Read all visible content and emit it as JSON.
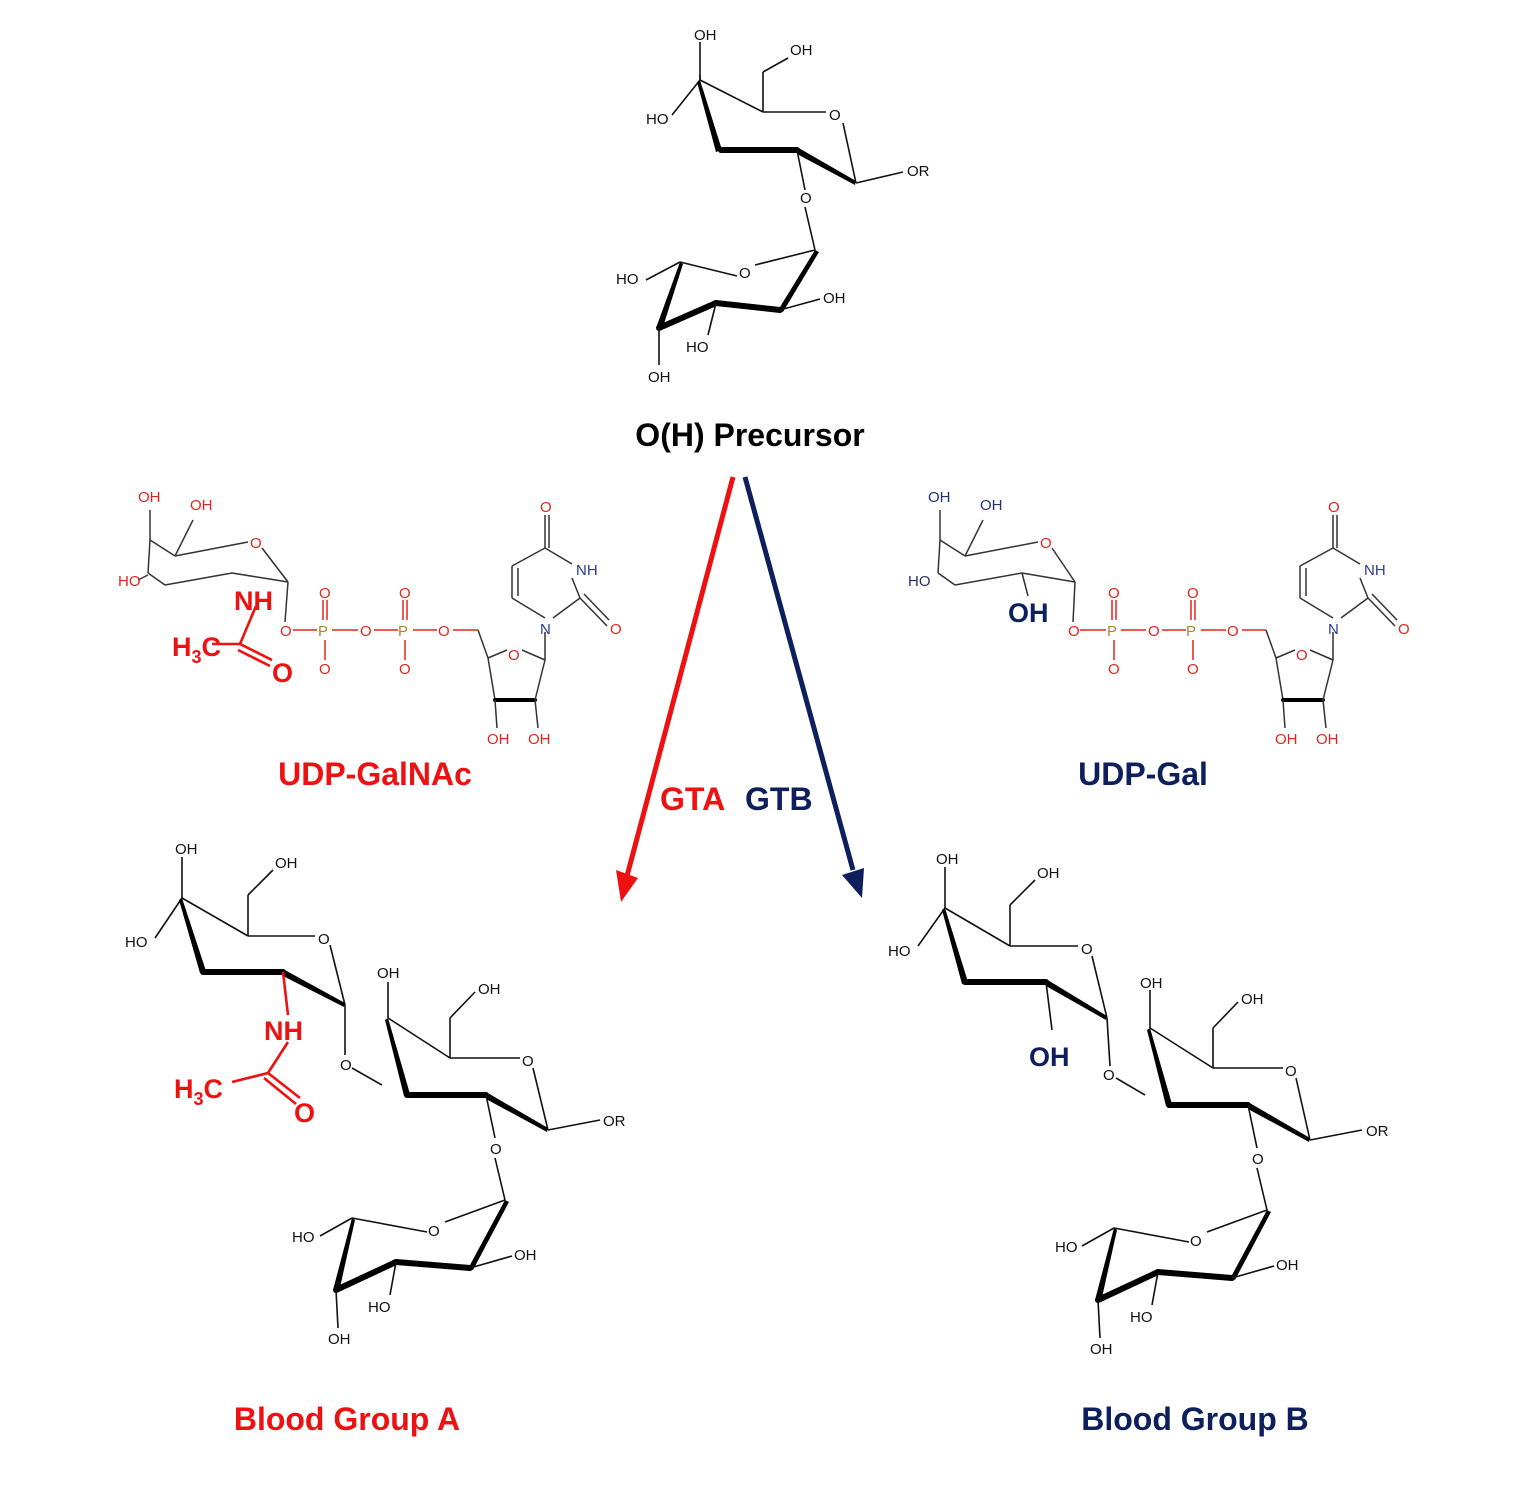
{
  "labels": {
    "precursor": "O(H) Precursor",
    "udp_galnac": "UDP-GalNAc",
    "udp_gal": "UDP-Gal",
    "gta": "GTA",
    "gtb": "GTB",
    "blood_group_a": "Blood Group A",
    "blood_group_b": "Blood Group B"
  },
  "atoms": {
    "oh": "OH",
    "ho": "HO",
    "o": "O",
    "or": "OR",
    "nh": "NH",
    "p": "P",
    "n": "N",
    "h3c": "H",
    "h3c_sub": "3",
    "h3c_c": "C"
  },
  "colors": {
    "gta": "#ee1111",
    "gtb": "#0d1f5c",
    "text": "#000000"
  }
}
